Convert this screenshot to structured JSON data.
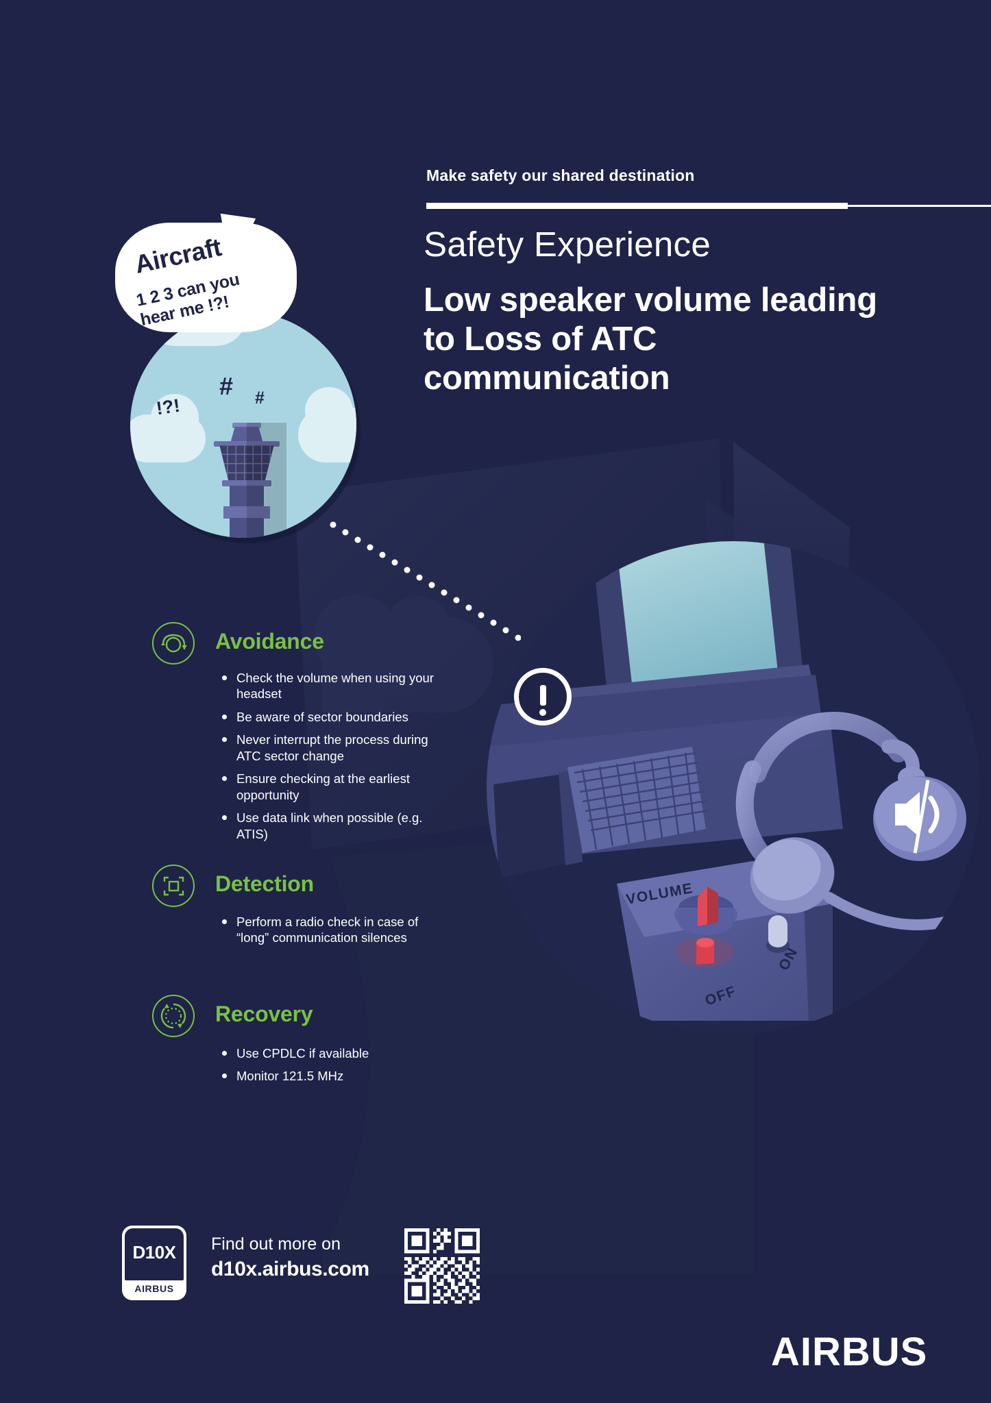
{
  "page": {
    "bg_color": "#1e2347",
    "accent_green": "#7ac143",
    "white": "#ffffff",
    "sky_blue": "#a9d5e3"
  },
  "header": {
    "kicker": "Make safety our shared destination",
    "eyebrow": "Safety Experience",
    "headline": "Low speaker volume leading to Loss of ATC communication"
  },
  "illustration": {
    "speech_bubble": {
      "line1": "Aircraft",
      "line2": "1 2 3 can you hear me !?!"
    },
    "tower_symbols": {
      "interrobang": "!?!",
      "hash_large": "#",
      "hash_small": "#"
    },
    "warning_icon": "exclamation-mark",
    "cockpit_labels": {
      "volume": "VOLUME",
      "on": "ON",
      "off": "OFF"
    }
  },
  "sections": [
    {
      "id": "avoidance",
      "title": "Avoidance",
      "icon": "avoidance-loop-icon",
      "bullets": [
        "Check the volume when using your headset",
        "Be aware of sector boundaries",
        "Never interrupt the process during ATC sector change",
        "Ensure checking at the earliest opportunity",
        "Use data link when possible (e.g. ATIS)"
      ]
    },
    {
      "id": "detection",
      "title": "Detection",
      "icon": "detection-focus-icon",
      "bullets": [
        "Perform a radio check in case of “long” communication silences"
      ]
    },
    {
      "id": "recovery",
      "title": "Recovery",
      "icon": "recovery-refresh-icon",
      "bullets": [
        "Use CPDLC if available",
        "Monitor 121.5 MHz"
      ]
    }
  ],
  "footer": {
    "badge_top": "D10X",
    "badge_bottom": "AIRBUS",
    "find_more": "Find out more on",
    "url": "d10x.airbus.com",
    "qr_alt": "qr-code",
    "brand": "AIRBUS"
  }
}
